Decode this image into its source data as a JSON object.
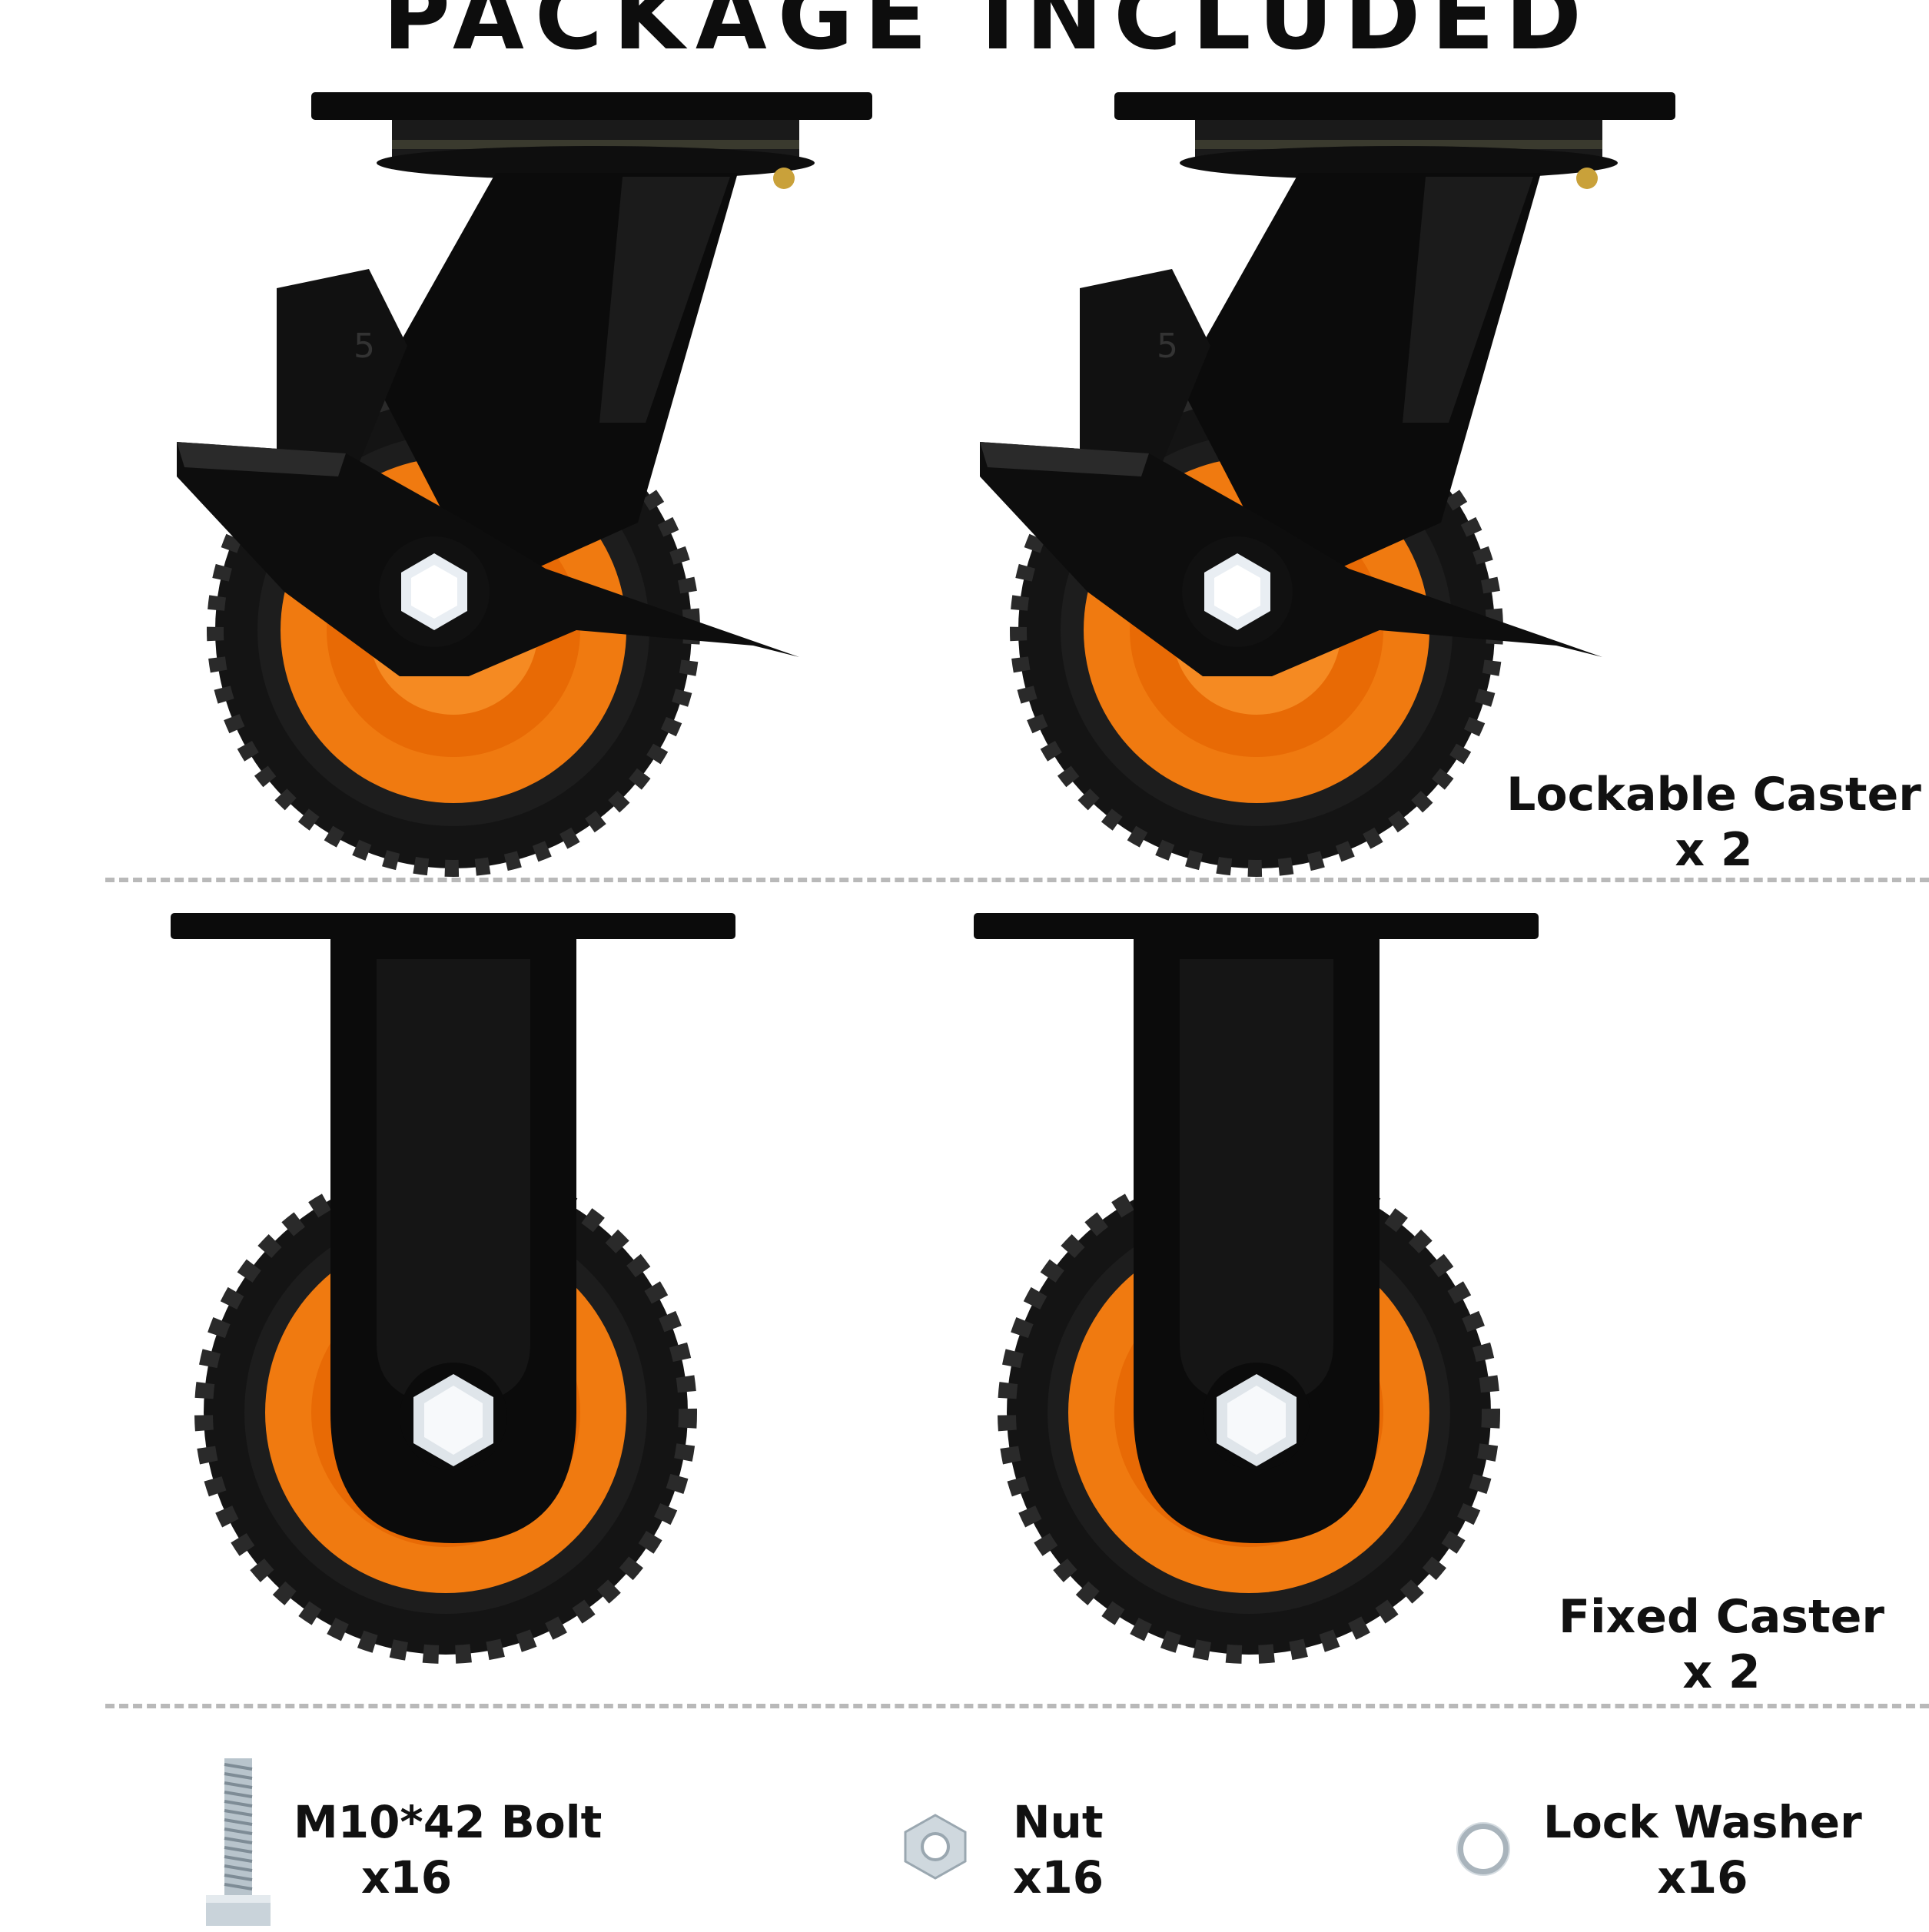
{
  "title": "PACKAGE INCLUDED",
  "colors": {
    "accent": "#f07a10",
    "tire": "#141414",
    "bracket": "#0b0b0b",
    "divider": "#b9b9b9"
  },
  "sections": {
    "lockable": {
      "name": "Lockable Caster",
      "qty": "x 2",
      "wheel_marking": "5"
    },
    "fixed": {
      "name": "Fixed Caster",
      "qty": "x 2"
    }
  },
  "hardware": [
    {
      "name": "M10*42 Bolt",
      "qty": "x16",
      "icon": "bolt-icon"
    },
    {
      "name": "Nut",
      "qty": "x16",
      "icon": "hex-nut-icon"
    },
    {
      "name": "Lock Washer",
      "qty": "x16",
      "icon": "washer-icon"
    }
  ]
}
